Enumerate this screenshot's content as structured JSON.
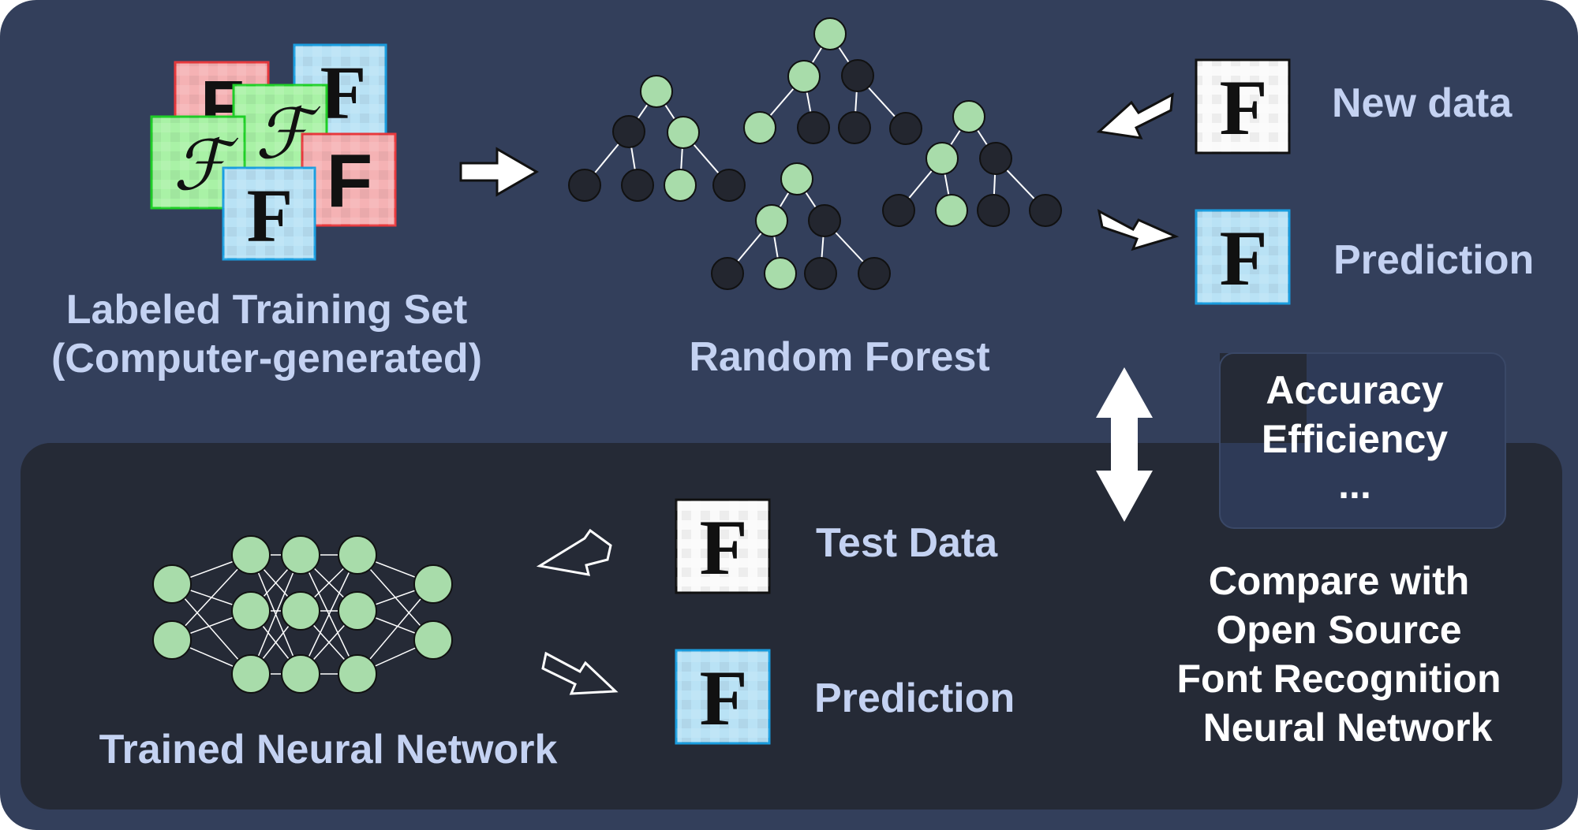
{
  "training": {
    "label_line1": "Labeled Training Set",
    "label_line2": "(Computer-generated)",
    "sample_glyphs": [
      "F",
      "F",
      "ℱ",
      "ℱ",
      "F",
      "F"
    ]
  },
  "random_forest": {
    "label": "Random Forest"
  },
  "new_data": {
    "label": "New data",
    "glyph": "F"
  },
  "rf_prediction": {
    "label": "Prediction",
    "glyph": "F"
  },
  "metrics": {
    "line1": "Accuracy",
    "line2": "Efficiency",
    "line3": "..."
  },
  "test_data": {
    "label": "Test Data",
    "glyph": "F"
  },
  "nn_prediction": {
    "label": "Prediction",
    "glyph": "F"
  },
  "neural_network": {
    "label": "Trained Neural Network"
  },
  "compare": {
    "line1": "Compare with",
    "line2": "Open Source",
    "line3": "Font Recognition",
    "line4": "Neural Network"
  },
  "colors": {
    "top_panel": "#333f5b",
    "bottom_panel": "#252a36",
    "node_green": "#a8dcaa",
    "node_dark": "#23262f",
    "label_blue": "#c4d2f2",
    "card_red": "#f5b2b4",
    "card_green": "#a9f2a6",
    "card_blue": "#b9e2f5"
  }
}
